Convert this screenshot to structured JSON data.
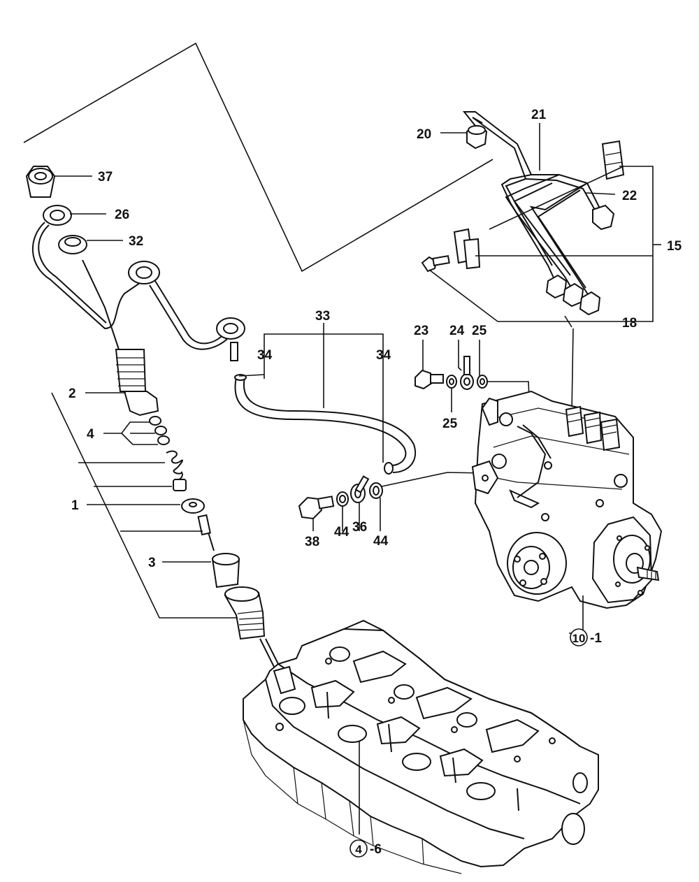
{
  "callouts": {
    "c37": "37",
    "c26": "26",
    "c32": "32",
    "c2": "2",
    "c4": "4",
    "c1": "1",
    "c3": "3",
    "c33": "33",
    "c34a": "34",
    "c34b": "34",
    "c20": "20",
    "c21": "21",
    "c22": "22",
    "c15": "15",
    "c18": "18",
    "c23": "23",
    "c24": "24",
    "c25a": "25",
    "c25b": "25",
    "c38": "38",
    "c44a": "44",
    "c36": "36",
    "c44b": "44"
  },
  "references": {
    "pump_num": "10",
    "pump_suffix": "-1",
    "head_num": "4",
    "head_suffix": "-6"
  }
}
